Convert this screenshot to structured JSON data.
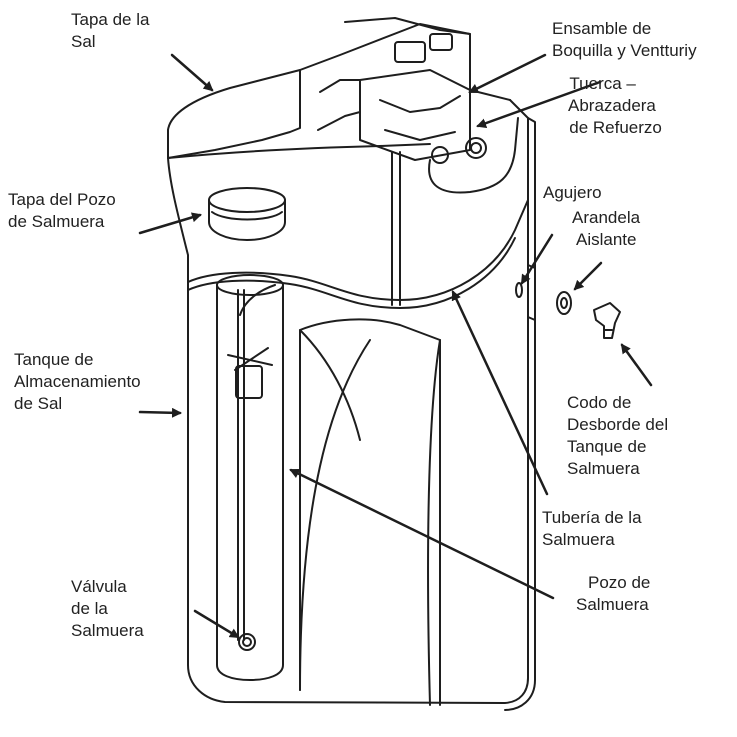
{
  "labels": {
    "tapa_sal": [
      "Tapa de la",
      "Sal"
    ],
    "ensamble": [
      "Ensamble de",
      "Boquilla y Ventturiy"
    ],
    "tuerca": [
      "Tuerca –",
      "Abrazadera",
      "de Refuerzo"
    ],
    "tapa_pozo": [
      "Tapa del Pozo",
      "de Salmuera"
    ],
    "agujero": [
      "Agujero"
    ],
    "arandela": [
      "Arandela",
      "Aislante"
    ],
    "tanque": [
      "Tanque de",
      "Almacenamiento",
      "de Sal"
    ],
    "codo": [
      "Codo de",
      "Desborde del",
      "Tanque de",
      "Salmuera"
    ],
    "tuberia": [
      "Tubería de la",
      "Salmuera"
    ],
    "valvula": [
      "Válvula",
      "de la",
      "Salmuera"
    ],
    "pozo": [
      "Pozo de",
      "Salmuera"
    ]
  },
  "colors": {
    "line": "#1e1e1e",
    "text": "#222222",
    "background": "#ffffff"
  }
}
